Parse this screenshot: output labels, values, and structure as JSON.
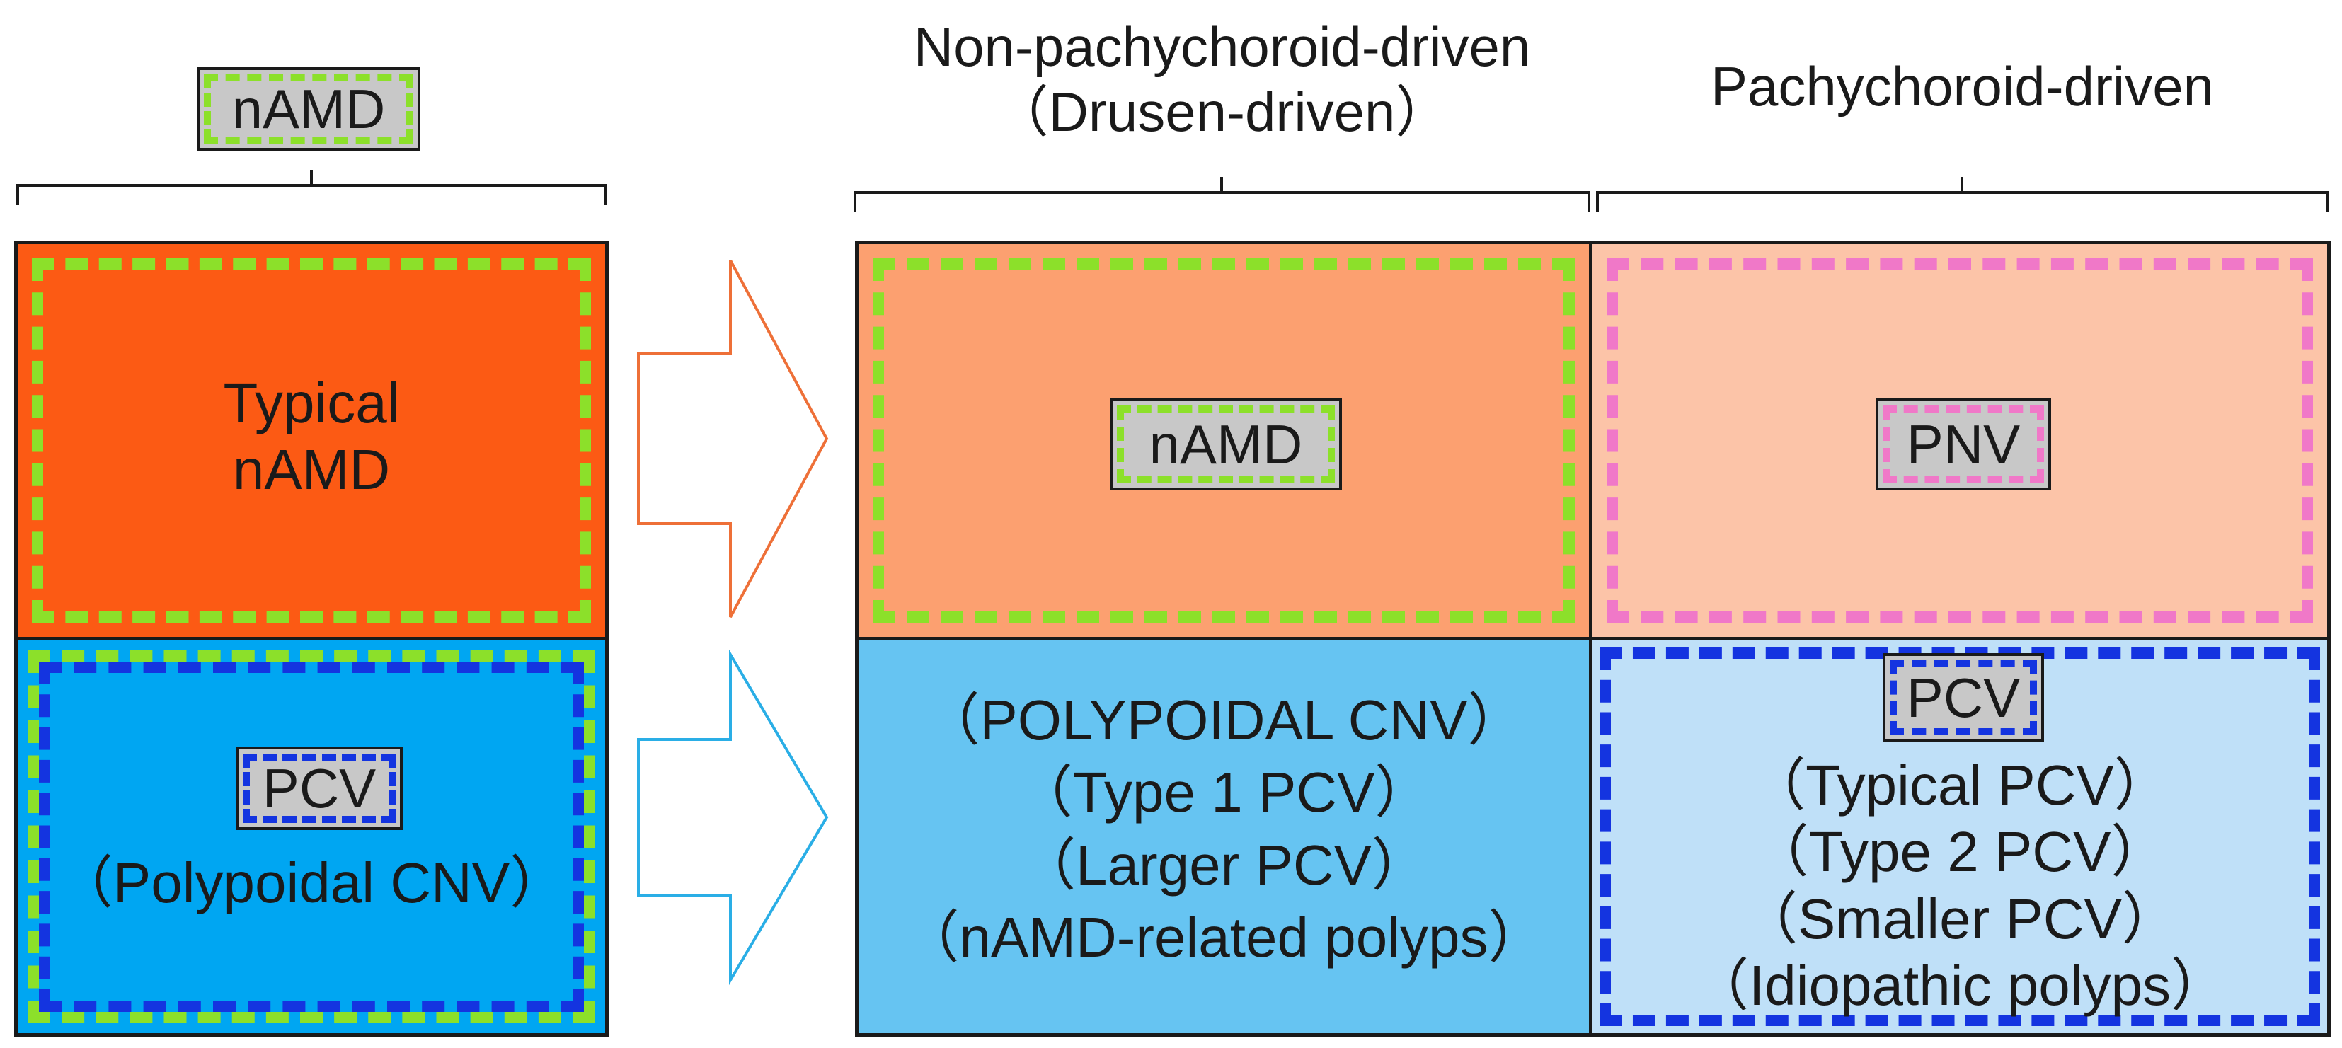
{
  "left_panel": {
    "header_label": "nAMD",
    "top_cell": {
      "line1": "Typical",
      "line2": "nAMD"
    },
    "bottom_cell": {
      "badge": "PCV",
      "line": "（Polypoidal CNV）"
    }
  },
  "column_headers": {
    "non_pachy": {
      "line1": "Non-pachychoroid-driven",
      "line2": "（Drusen-driven）"
    },
    "pachy": {
      "line1": "Pachychoroid-driven"
    }
  },
  "right_grid": {
    "top_left_badge": "nAMD",
    "top_right_badge": "PNV",
    "bottom_left_lines": [
      "（POLYPOIDAL CNV）",
      "（Type 1 PCV）",
      "（Larger PCV）",
      "（nAMD-related polyps）"
    ],
    "bottom_right_badge": "PCV",
    "bottom_right_lines": [
      "（Typical PCV）",
      "（Type 2 PCV）",
      "（Smaller PCV）",
      "（Idiopathic polyps）"
    ]
  },
  "colors": {
    "typical_namd_fill": "#fc5a14",
    "pcv_fill": "#00a6f2",
    "nonpachy_top_fill": "#fca070",
    "pachy_top_fill": "#fcc4a8",
    "nonpachy_bottom_fill": "#66c4f2",
    "pachy_bottom_fill": "#bfe0f8",
    "green_dash": "#8ce02a",
    "blue_dash": "#1434e0",
    "pink_dash": "#f078c8",
    "orange_arrow": "#ee7038",
    "blue_arrow": "#2aaee6"
  }
}
